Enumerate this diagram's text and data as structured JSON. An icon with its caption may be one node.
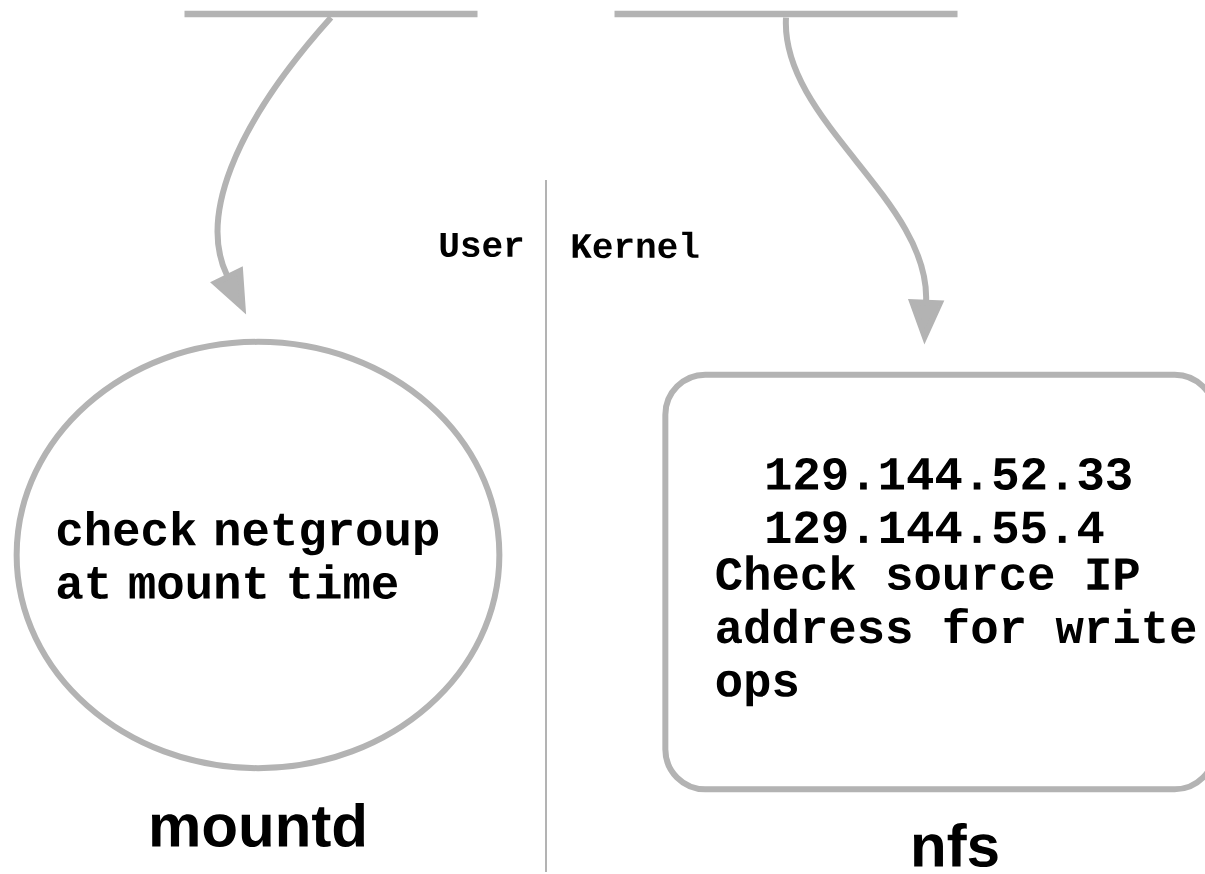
{
  "diagram": {
    "nodes": [
      {
        "text": [],
        "shape": "bar"
      },
      {
        "text": [],
        "shape": "bar"
      },
      {
        "text": [
          "check netgroup at mount time"
        ],
        "beside": [
          "mountd"
        ]
      },
      {
        "text": [
          "129.144.52.33 129.144.55.4",
          "Check source IP address for write ops"
        ],
        "beside": [
          "nfs"
        ]
      }
    ],
    "edges": [
      {
        "from": 0,
        "to": 2,
        "arrow": "to"
      },
      {
        "from": 1,
        "to": 3,
        "arrow": "to"
      }
    ],
    "labels": [
      "User",
      "Kernel"
    ]
  }
}
